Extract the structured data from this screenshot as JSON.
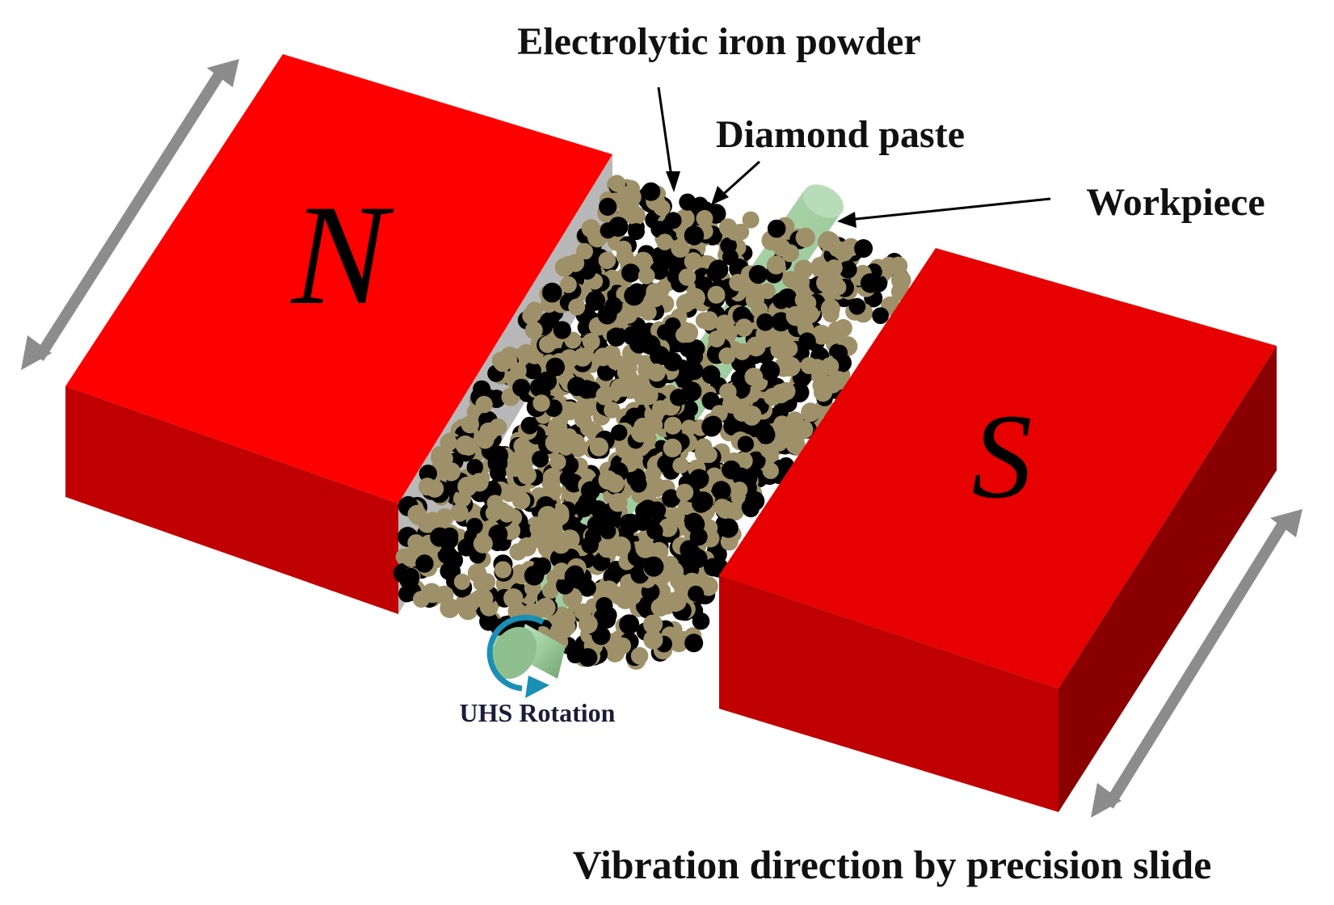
{
  "labels": {
    "iron_powder": "Electrolytic iron powder",
    "diamond_paste": "Diamond paste",
    "workpiece": "Workpiece",
    "rotation": "UHS Rotation",
    "vibration": "Vibration direction by precision slide"
  },
  "magnets": {
    "north": "N",
    "south": "S"
  },
  "colors": {
    "magnet_top": "#ff0000",
    "magnet_front": "#c00000",
    "magnet_side": "#8a0000",
    "gap_face": "#b8b8b8",
    "iron_particle": "#000000",
    "diamond_particle": "#9e9068",
    "workpiece": "#9dcc9d",
    "arrow": "#8c8c8c",
    "rotation_arrow": "#1a8fb5"
  }
}
